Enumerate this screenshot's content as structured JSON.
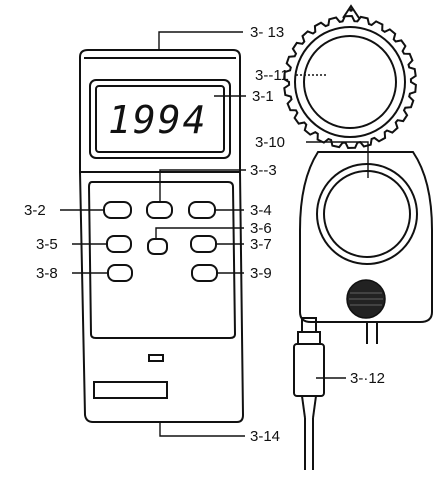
{
  "display": {
    "reading": "1994"
  },
  "labels": {
    "l3_13": "3- 13",
    "l3_11": "3--11",
    "l3_1": "3-1",
    "l3_10": "3-10",
    "l3_3": "3--3",
    "l3_2": "3-2",
    "l3_4": "3-4",
    "l3_6": "3-6",
    "l3_5": "3-5",
    "l3_7": "3-7",
    "l3_8": "3-8",
    "l3_9": "3-9",
    "l3_12": "3-·12",
    "l3_14": "3-14"
  }
}
